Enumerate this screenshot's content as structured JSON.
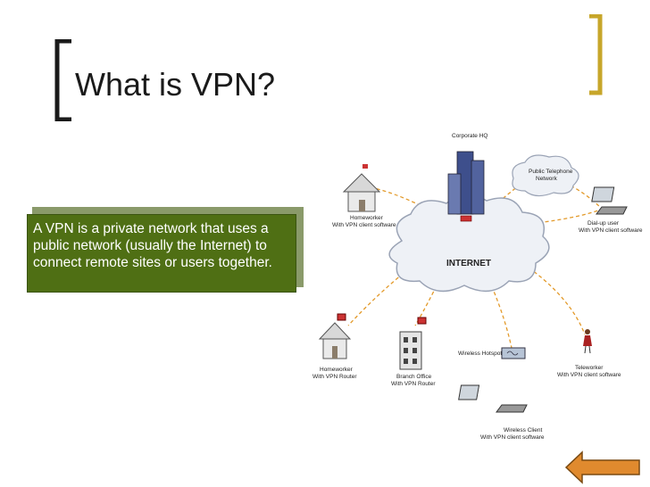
{
  "slide": {
    "title": "What is VPN?",
    "definition": "A VPN is a private network that uses a public network (usually the Internet) to connect remote sites or users together.",
    "accent_color": "#c7a62a",
    "box_color": "#4f6f14"
  },
  "diagram": {
    "cloud_main": "INTERNET",
    "corporate_hq": "Corporate HQ",
    "pstn": [
      "Public Telephone",
      "Network"
    ],
    "homeworker_client": [
      "Homeworker",
      "With VPN client software"
    ],
    "dialup": [
      "Dial-up user",
      "With VPN client software"
    ],
    "homeworker_router": [
      "Homeworker",
      "With VPN Router"
    ],
    "branch": [
      "Branch Office",
      "With VPN Router"
    ],
    "hotspot": "Wireless Hotspot",
    "teleworker": [
      "Teleworker",
      "With VPN client software"
    ],
    "wireless_client": [
      "Wireless Client",
      "With VPN client software"
    ]
  },
  "nav": {
    "back_icon": "left-arrow-icon"
  }
}
